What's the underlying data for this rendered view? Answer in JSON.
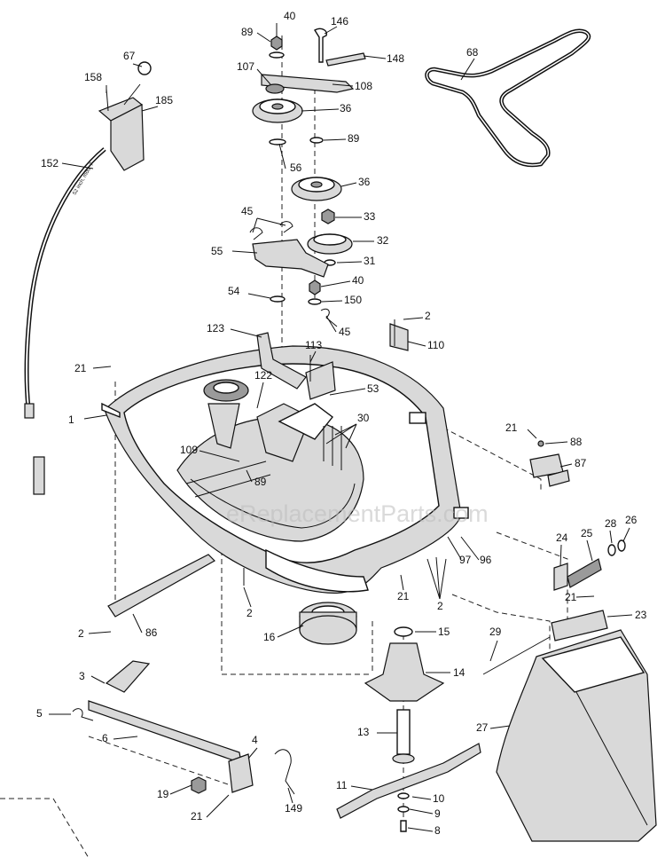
{
  "watermark": "eReplacementParts.com",
  "cable_text": "52 inch, mod, 7",
  "callouts": [
    {
      "id": "c40a",
      "label": "40"
    },
    {
      "id": "c146",
      "label": "146"
    },
    {
      "id": "c89a",
      "label": "89"
    },
    {
      "id": "c148",
      "label": "148"
    },
    {
      "id": "c67",
      "label": "67"
    },
    {
      "id": "c68",
      "label": "68"
    },
    {
      "id": "c158",
      "label": "158"
    },
    {
      "id": "c185",
      "label": "185"
    },
    {
      "id": "c107",
      "label": "107"
    },
    {
      "id": "c108",
      "label": "108"
    },
    {
      "id": "c36a",
      "label": "36"
    },
    {
      "id": "c89b",
      "label": "89"
    },
    {
      "id": "c152",
      "label": "152"
    },
    {
      "id": "c56",
      "label": "56"
    },
    {
      "id": "c36b",
      "label": "36"
    },
    {
      "id": "c45a",
      "label": "45"
    },
    {
      "id": "c33",
      "label": "33"
    },
    {
      "id": "c32",
      "label": "32"
    },
    {
      "id": "c55",
      "label": "55"
    },
    {
      "id": "c31",
      "label": "31"
    },
    {
      "id": "c40b",
      "label": "40"
    },
    {
      "id": "c54",
      "label": "54"
    },
    {
      "id": "c150",
      "label": "150"
    },
    {
      "id": "c2a",
      "label": "2"
    },
    {
      "id": "c123",
      "label": "123"
    },
    {
      "id": "c45b",
      "label": "45"
    },
    {
      "id": "c110",
      "label": "110"
    },
    {
      "id": "c113",
      "label": "113"
    },
    {
      "id": "c21a",
      "label": "21"
    },
    {
      "id": "c122",
      "label": "122"
    },
    {
      "id": "c53",
      "label": "53"
    },
    {
      "id": "c1",
      "label": "1"
    },
    {
      "id": "c30",
      "label": "30"
    },
    {
      "id": "c21b",
      "label": "21"
    },
    {
      "id": "c88",
      "label": "88"
    },
    {
      "id": "c109",
      "label": "109"
    },
    {
      "id": "c89c",
      "label": "89"
    },
    {
      "id": "c87",
      "label": "87"
    },
    {
      "id": "c28",
      "label": "28"
    },
    {
      "id": "c26",
      "label": "26"
    },
    {
      "id": "c24",
      "label": "24"
    },
    {
      "id": "c25",
      "label": "25"
    },
    {
      "id": "c97",
      "label": "97"
    },
    {
      "id": "c96",
      "label": "96"
    },
    {
      "id": "c21c",
      "label": "21"
    },
    {
      "id": "c21d",
      "label": "21"
    },
    {
      "id": "c2b",
      "label": "2"
    },
    {
      "id": "c23",
      "label": "23"
    },
    {
      "id": "c2c",
      "label": "2"
    },
    {
      "id": "c16",
      "label": "16"
    },
    {
      "id": "c15",
      "label": "15"
    },
    {
      "id": "c29",
      "label": "29"
    },
    {
      "id": "c86",
      "label": "86"
    },
    {
      "id": "c2d",
      "label": "2"
    },
    {
      "id": "c14",
      "label": "14"
    },
    {
      "id": "c3",
      "label": "3"
    },
    {
      "id": "c5",
      "label": "5"
    },
    {
      "id": "c6",
      "label": "6"
    },
    {
      "id": "c13",
      "label": "13"
    },
    {
      "id": "c27",
      "label": "27"
    },
    {
      "id": "c4",
      "label": "4"
    },
    {
      "id": "c11",
      "label": "11"
    },
    {
      "id": "c10",
      "label": "10"
    },
    {
      "id": "c19",
      "label": "19"
    },
    {
      "id": "c9",
      "label": "9"
    },
    {
      "id": "c21e",
      "label": "21"
    },
    {
      "id": "c149",
      "label": "149"
    },
    {
      "id": "c8",
      "label": "8"
    }
  ]
}
